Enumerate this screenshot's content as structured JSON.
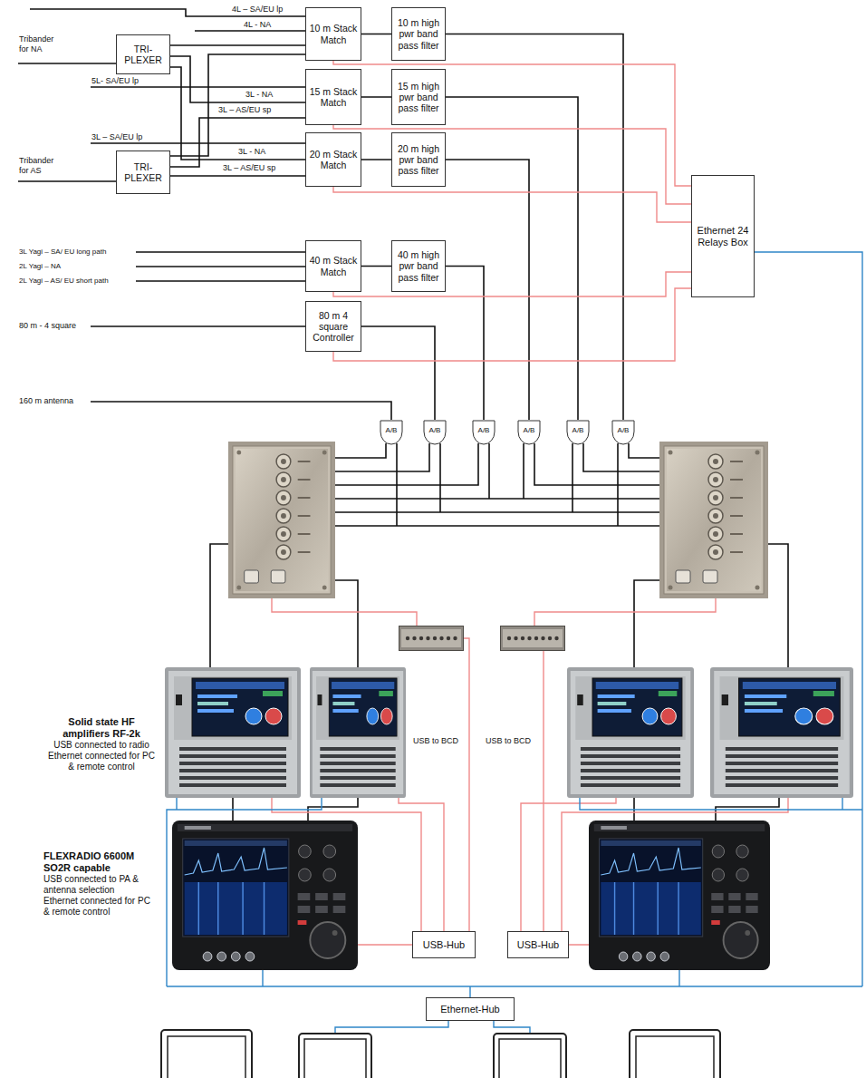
{
  "diagram": {
    "nodes": [
      {
        "text": [
          "10 m Stack Match"
        ]
      },
      {
        "text": [
          "10 m high pwr band pass filter"
        ]
      },
      {
        "text": [
          "TRI-PLEXER"
        ]
      },
      {
        "text": [
          "15 m Stack Match"
        ]
      },
      {
        "text": [
          "15 m high pwr band pass filter"
        ]
      },
      {
        "text": [
          "20 m Stack Match"
        ]
      },
      {
        "text": [
          "20 m high pwr band pass filter"
        ]
      },
      {
        "text": [
          "TRI-PLEXER"
        ]
      },
      {
        "text": [
          "Ethernet 24 Relays Box"
        ]
      },
      {
        "text": [
          "40 m Stack Match"
        ]
      },
      {
        "text": [
          "40 m high pwr band pass filter"
        ]
      },
      {
        "text": [
          "80 m 4 square Controller"
        ]
      },
      {
        "text": [
          "A/B"
        ]
      },
      {
        "text": [
          "A/B"
        ]
      },
      {
        "text": [
          "A/B"
        ]
      },
      {
        "text": [
          "A/B"
        ]
      },
      {
        "text": [
          "A/B"
        ]
      },
      {
        "text": [
          "A/B"
        ]
      },
      {
        "text": [
          "USB-Hub"
        ]
      },
      {
        "text": [
          "USB-Hub"
        ]
      },
      {
        "text": [
          "Ethernet-Hub"
        ]
      }
    ],
    "edges": [
      {
        "from": 2,
        "to": 0,
        "arrow": "none"
      },
      {
        "from": 2,
        "to": 3,
        "arrow": "none"
      },
      {
        "from": 2,
        "to": 5,
        "arrow": "none"
      },
      {
        "from": 7,
        "to": 0,
        "arrow": "none"
      },
      {
        "from": 7,
        "to": 3,
        "arrow": "none"
      },
      {
        "from": 7,
        "to": 5,
        "arrow": "none"
      },
      {
        "from": 0,
        "to": 1,
        "arrow": "none"
      },
      {
        "from": 3,
        "to": 4,
        "arrow": "none"
      },
      {
        "from": 5,
        "to": 6,
        "arrow": "none"
      },
      {
        "from": 9,
        "to": 10,
        "arrow": "none"
      },
      {
        "from": 1,
        "to": 17,
        "arrow": "none"
      },
      {
        "from": 4,
        "to": 16,
        "arrow": "none"
      },
      {
        "from": 6,
        "to": 15,
        "arrow": "none"
      },
      {
        "from": 10,
        "to": 14,
        "arrow": "none"
      },
      {
        "from": 11,
        "to": 13,
        "arrow": "none"
      },
      {
        "from": 8,
        "to": 0,
        "arrow": "none"
      },
      {
        "from": 8,
        "to": 3,
        "arrow": "none"
      },
      {
        "from": 8,
        "to": 5,
        "arrow": "none"
      },
      {
        "from": 8,
        "to": 9,
        "arrow": "none"
      },
      {
        "from": 8,
        "to": 11,
        "arrow": "none"
      }
    ],
    "labels": [
      "4L – SA/EU lp",
      "4L - NA",
      "Tribander for NA",
      "5L- SA/EU lp",
      "3L - NA",
      "3L – AS/EU sp",
      "3L – SA/EU lp",
      "3L - NA",
      "3L – AS/EU sp",
      "Tribander for AS",
      "3L Yagi – SA/ EU long path",
      "2L Yagi – NA",
      "2L Yagi – AS/ EU short path",
      "80 m - 4 square",
      "160 m antenna",
      "Solid state HF amplifiers RF-2k",
      "USB connected to radio",
      "Ethernet connected for PC & remote control",
      "USB to BCD",
      "USB to BCD",
      "FLEXRADIO 6600M SO2R capable",
      "USB connected to PA & antenna selection",
      "Ethernet connected for PC & remote control"
    ]
  }
}
